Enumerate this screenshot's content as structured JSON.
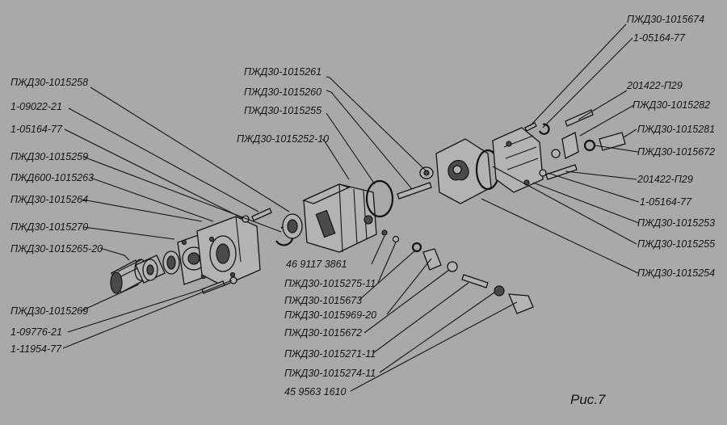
{
  "figure_caption": "Рис.7",
  "callouts": {
    "l01": "ПЖД30-1015258",
    "l02": "1-09022-21",
    "l03": "1-05164-77",
    "l04": "ПЖД30-1015259",
    "l05": "ПЖД600-1015263",
    "l06": "ПЖД30-1015264",
    "l07": "ПЖД30-1015270",
    "l08": "ПЖД30-1015265-20",
    "l09": "ПЖД30-1015269",
    "l10": "1-09776-21",
    "l11": "1-11954-77",
    "c01": "ПЖД30-1015261",
    "c02": "ПЖД30-1015260",
    "c03": "ПЖД30-1015255",
    "c04": "ПЖД30-1015252-10",
    "b01": "46 9117 3861",
    "b02": "ПЖД30-1015275-11",
    "b03": "ПЖД30-1015673",
    "b04": "ПЖД30-1015969-20",
    "b05": "ПЖД30-1015672",
    "b06": "ПЖД30-1015271-11",
    "b07": "ПЖД30-1015274-11",
    "b08": "45 9563 1610",
    "r01": "ПЖД30-1015674",
    "r02": "1-05164-77",
    "r03": "201422-П29",
    "r04": "ПЖД30-1015282",
    "r05": "ПЖД30-1015281",
    "r06": "ПЖД30-1015672",
    "r07": "201422-П29",
    "r08": "1-05164-77",
    "r09": "ПЖД30-1015253",
    "r10": "ПЖД30-1015255",
    "r11": "ПЖД30-1015254"
  }
}
